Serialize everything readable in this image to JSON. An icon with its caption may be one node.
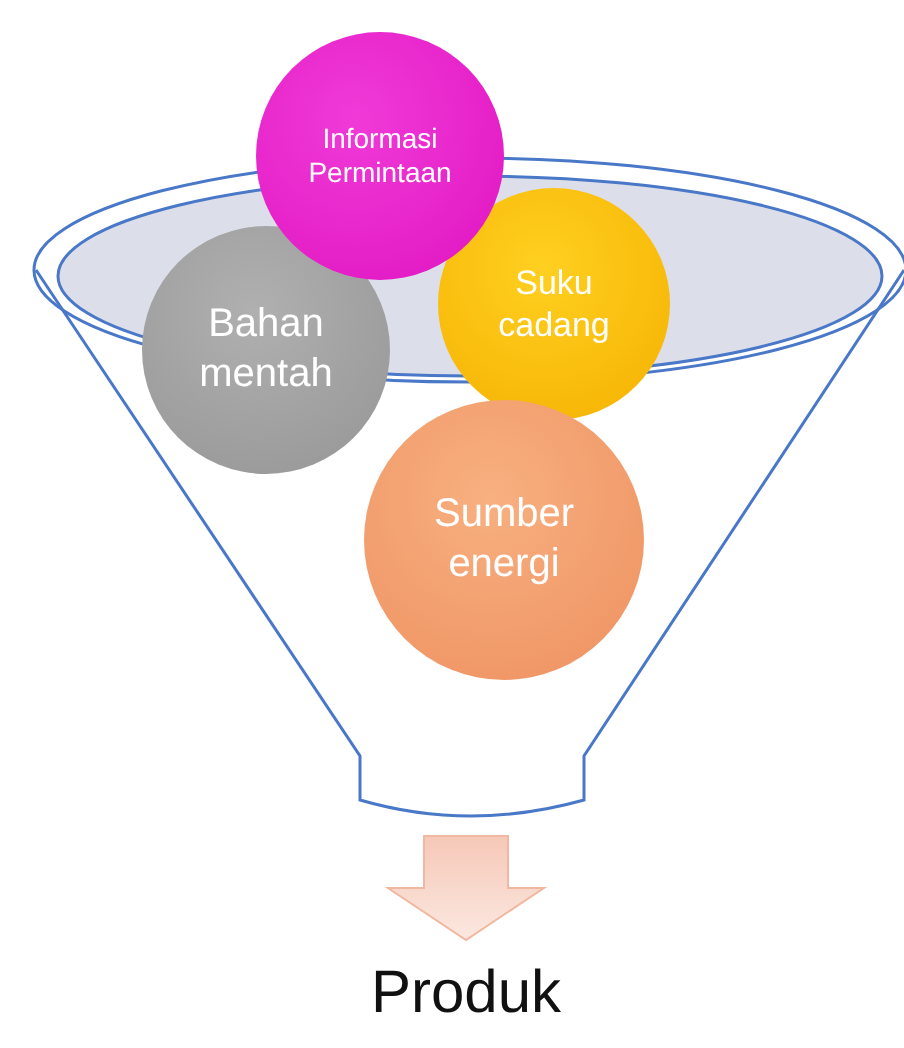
{
  "diagram": {
    "nodes": [
      {
        "text": [],
        "shape": "funnel"
      },
      {
        "text": [
          "Informasi Permintaan"
        ]
      },
      {
        "text": [
          "Suku cadang"
        ],
        "in": 0
      },
      {
        "text": [
          "Bahan mentah"
        ],
        "in": 0
      },
      {
        "text": [
          "Sumber energi"
        ],
        "in": 0
      },
      {
        "text": [
          "Produk"
        ]
      }
    ],
    "edges": [
      {
        "from": 0,
        "to": 5,
        "arrow": "to"
      }
    ]
  }
}
